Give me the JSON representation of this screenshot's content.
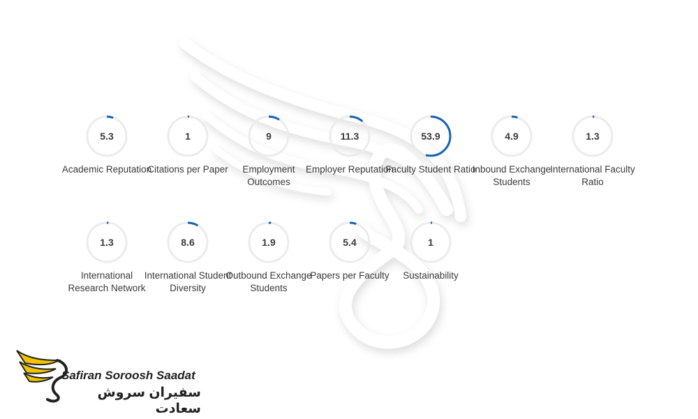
{
  "colors": {
    "track": "#ececec",
    "arc": "#1662b8",
    "text": "#3a3a3a",
    "logo_wing": "#f2c400"
  },
  "chart_data": {
    "type": "radial-progress",
    "max": 100,
    "items": [
      {
        "label": "Academic Reputation",
        "value": 5.3
      },
      {
        "label": "Citations per Paper",
        "value": 1
      },
      {
        "label": "Employment Outcomes",
        "value": 9
      },
      {
        "label": "Employer Reputation",
        "value": 11.3
      },
      {
        "label": "Faculty Student Ratio",
        "value": 53.9
      },
      {
        "label": "Inbound Exchange Students",
        "value": 4.9
      },
      {
        "label": "International Faculty Ratio",
        "value": 1.3
      },
      {
        "label": "International Research Network",
        "value": 1.3
      },
      {
        "label": "International Student Diversity",
        "value": 8.6
      },
      {
        "label": "Outbound Exchange Students",
        "value": 1.9
      },
      {
        "label": "Papers per Faculty",
        "value": 5.4
      },
      {
        "label": "Sustainability",
        "value": 1
      }
    ]
  },
  "logo": {
    "name_en": "Safiran Soroosh Saadat",
    "name_fa": "سفیران سروش سعادت",
    "icon": "phoenix-wing-icon"
  },
  "watermark": {
    "icon": "phoenix-watermark-icon"
  }
}
